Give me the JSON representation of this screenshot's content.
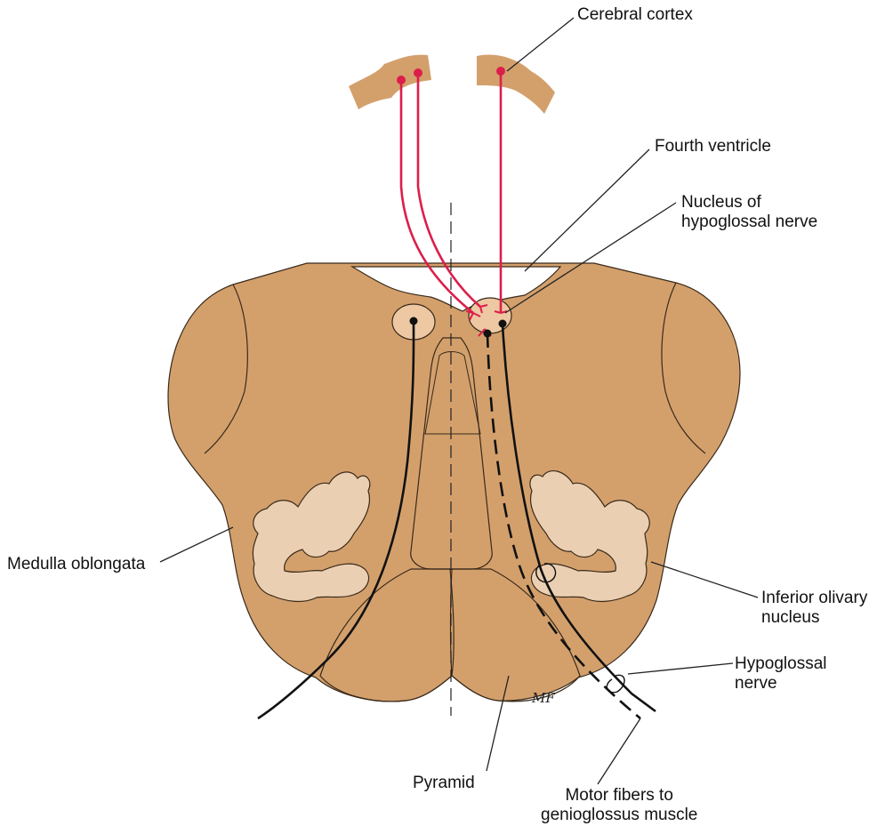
{
  "labels": {
    "cerebral_cortex": "Cerebral cortex",
    "fourth_ventricle": "Fourth ventricle",
    "nucleus_hypoglossal": [
      "Nucleus of",
      "hypoglossal nerve"
    ],
    "medulla_oblongata": "Medulla oblongata",
    "inferior_olivary": [
      "Inferior olivary",
      "nucleus"
    ],
    "hypoglossal_nerve": [
      "Hypoglossal",
      "nerve"
    ],
    "pyramid": "Pyramid",
    "motor_fibers": [
      "Motor fibers to",
      "genioglossus muscle"
    ]
  },
  "artist_signature": "MF",
  "colors": {
    "tissue": "#d3a06c",
    "nucleus": "#eec8a3",
    "olive": "#ebcfb2",
    "upper_motor_neuron": "#dc1e4b",
    "nerve": "#111111",
    "outline": "#333333"
  }
}
